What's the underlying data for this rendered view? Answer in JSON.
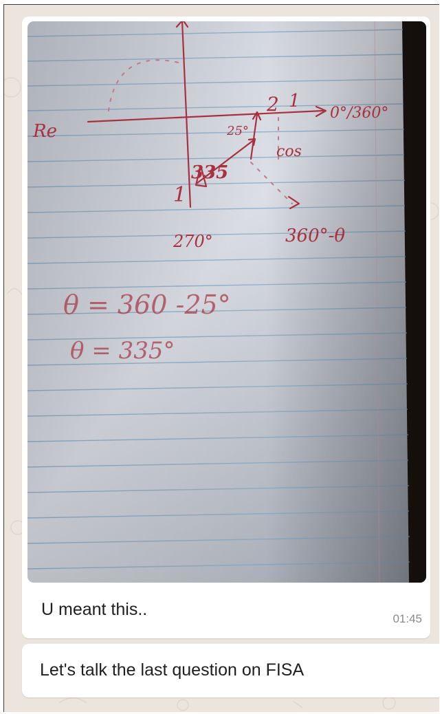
{
  "messages": [
    {
      "caption": "U meant this..",
      "time": "01:45"
    },
    {
      "text": "Let's talk the last question on FISA"
    }
  ],
  "photo": {
    "handwriting": {
      "re_label": "Re",
      "point_x": "2",
      "point_y": "1",
      "deg_label": "25°",
      "angle_label": "335",
      "cos_label": "cos",
      "neg_one": "1",
      "deg_270": "270°",
      "deg_360": "360°-θ",
      "axis_end": "0°/360°",
      "eq1": "θ = 360 -25°",
      "eq2": "θ = 335°"
    }
  }
}
